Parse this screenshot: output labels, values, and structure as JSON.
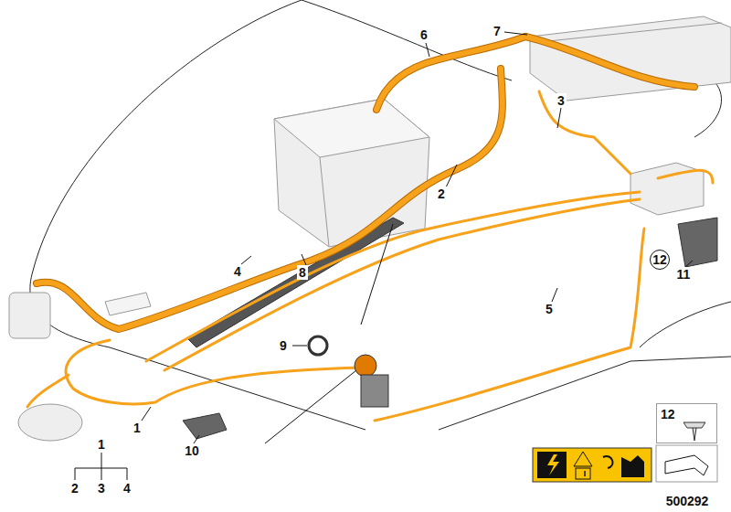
{
  "diagram": {
    "nodes": [
      {
        "text": [
          "12"
        ]
      },
      {
        "text": [
          "12"
        ]
      }
    ],
    "labels": [
      "6",
      "7",
      "3",
      "2",
      "4",
      "8",
      "11",
      "5",
      "9",
      "1",
      "10",
      "1",
      "2",
      "3",
      "4",
      "500292"
    ]
  }
}
